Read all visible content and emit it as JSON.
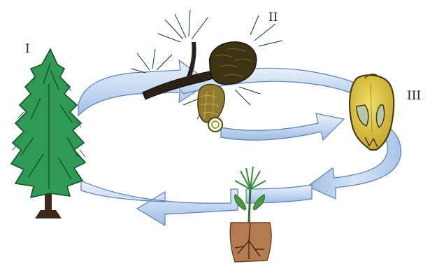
{
  "diagram": {
    "labels": {
      "stage_1": "I",
      "stage_2": "II",
      "stage_3": "III"
    },
    "icons": [
      "pine-tree-icon",
      "pine-branch-with-cones-icon",
      "winged-seed-icon",
      "seedling-in-soil-icon"
    ],
    "colors": {
      "arrow_fill": "#c9dcf2",
      "arrow_edge": "#4a6ea8",
      "tree_green": "#2f9a55",
      "cone_brown": "#7a6428",
      "seed_yellow": "#d8c23a",
      "soil_brown": "#b47c4e"
    }
  }
}
